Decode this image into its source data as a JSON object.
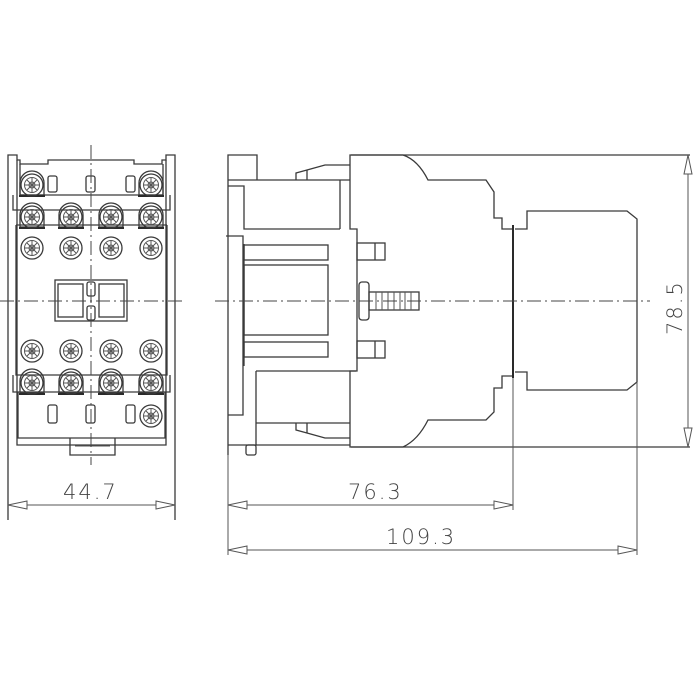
{
  "drawing": {
    "subject": "Contactor outline dimensions",
    "units": "mm",
    "views": [
      "front-view",
      "side-view"
    ],
    "colors": {
      "line": "#3a3a3a",
      "dimension": "#555555",
      "background": "#ffffff"
    }
  },
  "dimensions": {
    "front_width": "44.7",
    "side_depth_body": "76.3",
    "side_depth_total": "109.3",
    "height": "78.5"
  },
  "front_view": {
    "terminal_rows": 4,
    "terminals_per_row": 4,
    "auxiliary_terminals": 3
  }
}
